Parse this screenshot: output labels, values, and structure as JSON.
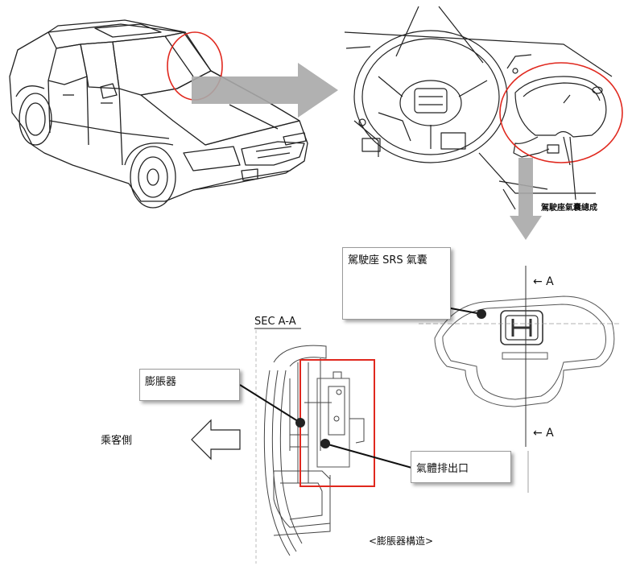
{
  "labels": {
    "driver_airbag_assembly": "駕駛座氣囊總成",
    "driver_srs_airbag": "駕駛座 SRS 氣囊",
    "section_title": "SEC A-A",
    "inflator": "膨脹器",
    "gas_outlet": "氣體排出口",
    "passenger_side": "乘客側",
    "inflator_structure": "<膨脹器構造>",
    "section_marker_top": "← A",
    "section_marker_bottom": "← A"
  },
  "colors": {
    "highlight_red": "#e0281e",
    "arrow_gray": "#a9a9a9",
    "line": "#222222"
  }
}
